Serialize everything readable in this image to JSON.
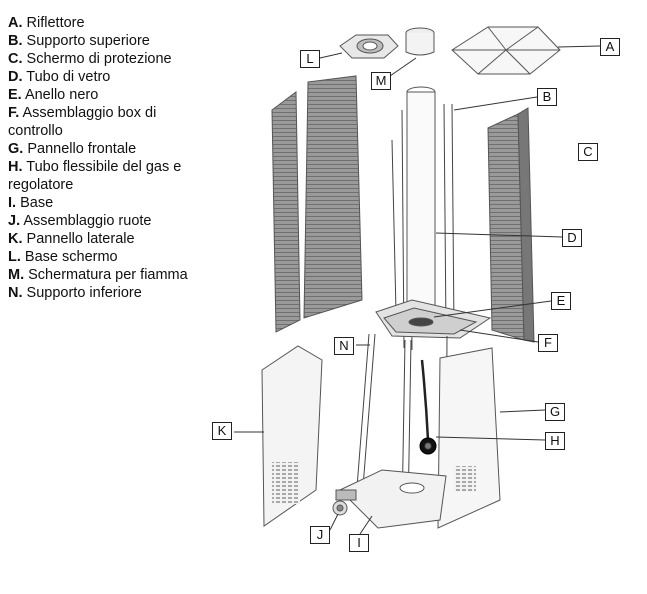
{
  "legend": [
    {
      "key": "A.",
      "text": "Riflettore"
    },
    {
      "key": "B.",
      "text": "Supporto superiore"
    },
    {
      "key": "C.",
      "text": "Schermo di protezione"
    },
    {
      "key": "D.",
      "text": "Tubo di vetro"
    },
    {
      "key": "E.",
      "text": "Anello nero"
    },
    {
      "key": "F.",
      "text": "Assemblaggio box di controllo"
    },
    {
      "key": "G.",
      "text": "Pannello frontale"
    },
    {
      "key": "H.",
      "text": "Tubo flessibile del gas e regolatore"
    },
    {
      "key": "I.",
      "text": "Base"
    },
    {
      "key": "J.",
      "text": "Assemblaggio ruote"
    },
    {
      "key": "K.",
      "text": "Pannello laterale"
    },
    {
      "key": "L.",
      "text": "Base schermo"
    },
    {
      "key": "M.",
      "text": "Schermatura per fiamma"
    },
    {
      "key": "N.",
      "text": "Supporto inferiore"
    }
  ],
  "callouts": {
    "A": "A",
    "B": "B",
    "C": "C",
    "D": "D",
    "E": "E",
    "F": "F",
    "G": "G",
    "H": "H",
    "I": "I",
    "J": "J",
    "K": "K",
    "L": "L",
    "M": "M",
    "N": "N"
  }
}
